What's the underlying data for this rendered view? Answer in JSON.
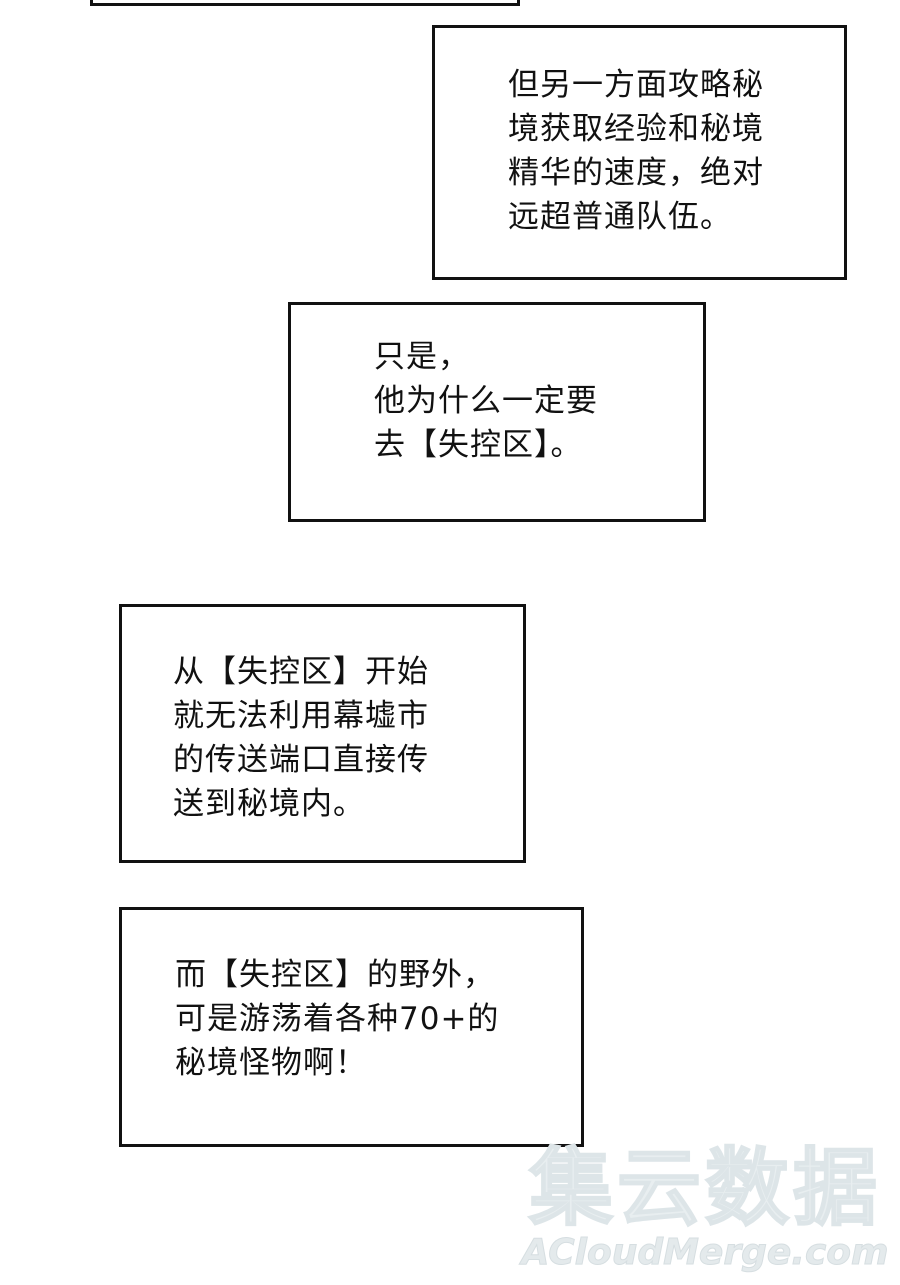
{
  "panels": [
    {
      "text": "但另一方面攻略秘\n境获取经验和秘境\n精华的速度，绝对\n远超普通队伍。"
    },
    {
      "text": "只是，\n他为什么一定要\n去【失控区】。"
    },
    {
      "text": "从【失控区】开始\n就无法利用幕墟市\n的传送端口直接传\n送到秘境内。"
    },
    {
      "text": "而【失控区】的野外，\n可是游荡着各种70+的\n秘境怪物啊！"
    }
  ],
  "watermark": {
    "chinese": "集云数据",
    "english": "ACloudMerge.com"
  },
  "colors": {
    "background": "#ffffff",
    "border": "#111111",
    "text": "#111111",
    "watermark": "#e4eaec"
  }
}
